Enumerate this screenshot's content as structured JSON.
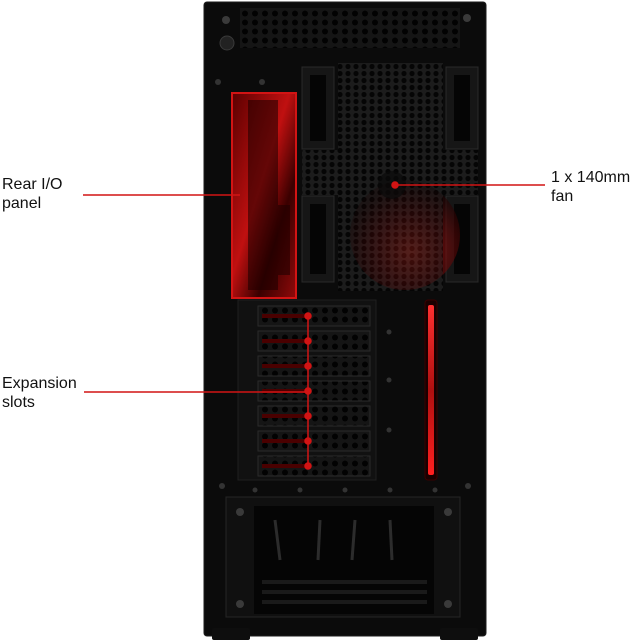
{
  "callouts": {
    "rear_io": {
      "line1": "Rear I/O",
      "line2": "panel"
    },
    "expansion": {
      "line1": "Expansion",
      "line2": "slots"
    },
    "fan": {
      "line1": "1 x 140mm",
      "line2": "fan"
    }
  },
  "colors": {
    "case_body": "#0b0b0b",
    "panel_dark": "#141414",
    "accent_red": "#d21414",
    "glow_red": "#8a0a0a",
    "screw": "#3a3a3a"
  },
  "expansion_slot_count": 7
}
